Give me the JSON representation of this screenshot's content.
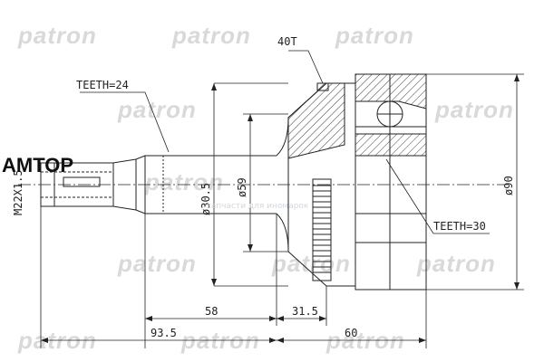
{
  "watermark": {
    "text": "patron"
  },
  "brand_overlay": {
    "text": "AMTOP",
    "sub_text": "запчасти для иномарок"
  },
  "labels": {
    "outer_teeth": "40T",
    "shaft_teeth": "TEETH=24",
    "inner_teeth": "TEETH=30",
    "thread": "M22X1.5",
    "dia_shaft": "ø30.5",
    "dia_seal": "ø59",
    "dia_outer": "ø90",
    "len_shaft": "58",
    "len_boot": "31.5",
    "len_total": "93.5",
    "len_housing": "60"
  },
  "colors": {
    "line": "#222222",
    "watermark": "#d9d9d9",
    "brand": "#111111",
    "hatch": "#444444"
  }
}
